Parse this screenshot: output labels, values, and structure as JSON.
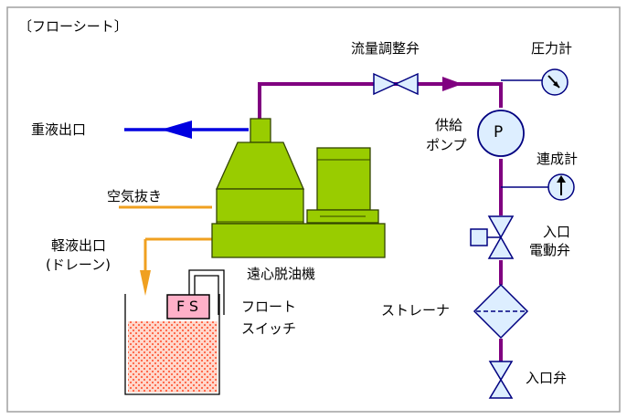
{
  "title": "〔フローシート〕",
  "labels": {
    "flow_valve": "流量調整弁",
    "pressure_gauge": "圧力計",
    "supply_pump_l1": "供給",
    "supply_pump_l2": "ポンプ",
    "pump_symbol": "P",
    "compound_gauge": "連成計",
    "heavy_outlet": "重液出口",
    "air_vent": "空気抜き",
    "light_outlet_l1": "軽液出口",
    "light_outlet_l2": "(ドレーン)",
    "centrifuge": "遠心脱油機",
    "float_switch_tag": "FS",
    "float_switch_l1": "フロート",
    "float_switch_l2": "スイッチ",
    "inlet_motor_valve_l1": "入口",
    "inlet_motor_valve_l2": "電動弁",
    "strainer": "ストレーナ",
    "inlet_valve": "入口弁"
  },
  "colors": {
    "border": "#a0a0a0",
    "pipe_purple": "#800080",
    "pipe_blue": "#0000e0",
    "pipe_orange": "#f0a020",
    "machine_green": "#99cc00",
    "machine_outline": "#334400",
    "symbol_fill": "#ddeeff",
    "symbol_stroke": "#000080",
    "fs_fill": "#ffb0c8",
    "liquid_fill": "#ffd8cc",
    "liquid_dot": "#ff6040"
  }
}
